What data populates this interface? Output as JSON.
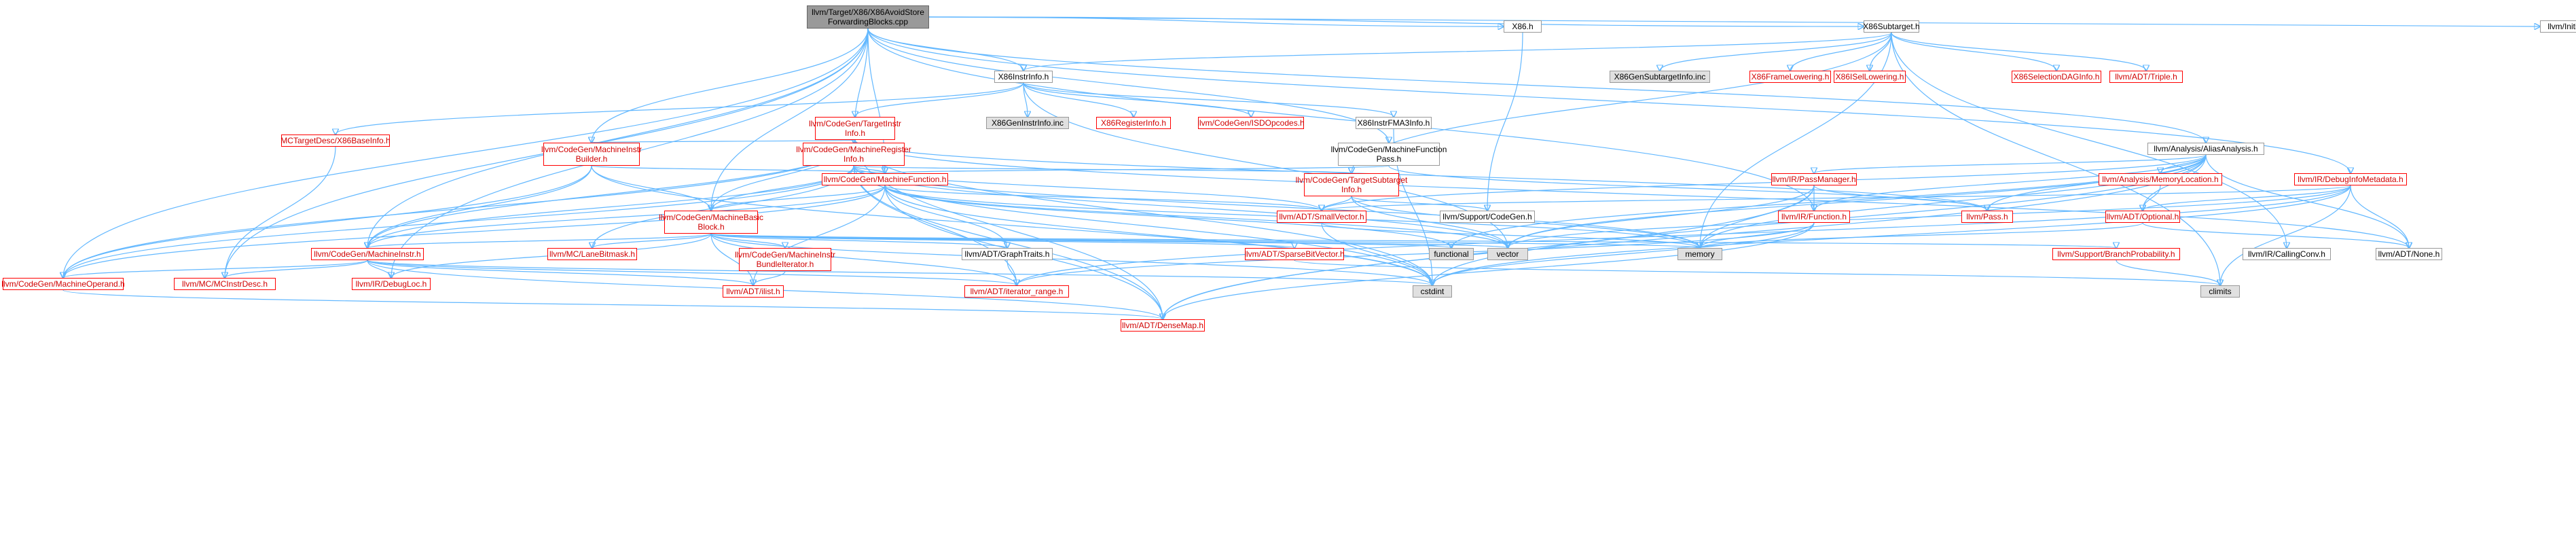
{
  "graph": {
    "root": "llvm/Target/X86/X86AvoidStore\nForwardingBlocks.cpp",
    "nodes": [
      {
        "id": "root",
        "label": "llvm/Target/X86/X86AvoidStore ForwardingBlocks.cpp",
        "style": "root"
      },
      {
        "id": "x86h",
        "label": "X86.h",
        "style": "normal"
      },
      {
        "id": "x86subtarget",
        "label": "X86Subtarget.h",
        "style": "normal"
      },
      {
        "id": "initpasses",
        "label": "llvm/InitializePasses.h",
        "style": "normal"
      },
      {
        "id": "x86instrinfo",
        "label": "X86InstrInfo.h",
        "style": "normal"
      },
      {
        "id": "x86gensubtarget",
        "label": "X86GenSubtargetInfo.inc",
        "style": "gray"
      },
      {
        "id": "x86framelowering",
        "label": "X86FrameLowering.h",
        "style": "red"
      },
      {
        "id": "x86isellowering",
        "label": "X86ISelLowering.h",
        "style": "red"
      },
      {
        "id": "x86selectiondag",
        "label": "X86SelectionDAGInfo.h",
        "style": "red"
      },
      {
        "id": "adttriple",
        "label": "llvm/ADT/Triple.h",
        "style": "red"
      },
      {
        "id": "targetinstrinfo",
        "label": "llvm/CodeGen/TargetInstr Info.h",
        "style": "red"
      },
      {
        "id": "x86geninstrinfo",
        "label": "X86GenInstrInfo.inc",
        "style": "gray"
      },
      {
        "id": "x86registerinfo",
        "label": "X86RegisterInfo.h",
        "style": "red"
      },
      {
        "id": "isdopcodes",
        "label": "llvm/CodeGen/ISDOpcodes.h",
        "style": "red"
      },
      {
        "id": "x86instrfma3",
        "label": "X86InstrFMA3Info.h",
        "style": "normal"
      },
      {
        "id": "x86baseinfo",
        "label": "MCTargetDesc/X86BaseInfo.h",
        "style": "red"
      },
      {
        "id": "machineinstrbuilder",
        "label": "llvm/CodeGen/MachineInstr Builder.h",
        "style": "red"
      },
      {
        "id": "machineregisterinfo",
        "label": "llvm/CodeGen/MachineRegister Info.h",
        "style": "red"
      },
      {
        "id": "machinefunctionpass",
        "label": "llvm/CodeGen/MachineFunction Pass.h",
        "style": "normal"
      },
      {
        "id": "aliasanalysis",
        "label": "llvm/Analysis/AliasAnalysis.h",
        "style": "normal"
      },
      {
        "id": "debuginfometadata",
        "label": "llvm/IR/DebugInfoMetadata.h",
        "style": "red"
      },
      {
        "id": "machinefunction",
        "label": "llvm/CodeGen/MachineFunction.h",
        "style": "red"
      },
      {
        "id": "targetsubtargetinfo",
        "label": "llvm/CodeGen/TargetSubtarget Info.h",
        "style": "red"
      },
      {
        "id": "passmanager",
        "label": "llvm/IR/PassManager.h",
        "style": "red"
      },
      {
        "id": "memorylocation",
        "label": "llvm/Analysis/MemoryLocation.h",
        "style": "red"
      },
      {
        "id": "machinebasicblock",
        "label": "llvm/CodeGen/MachineBasic Block.h",
        "style": "red"
      },
      {
        "id": "smallvector",
        "label": "llvm/ADT/SmallVector.h",
        "style": "red"
      },
      {
        "id": "supportcodegen",
        "label": "llvm/Support/CodeGen.h",
        "style": "normal"
      },
      {
        "id": "irfunction",
        "label": "llvm/IR/Function.h",
        "style": "red"
      },
      {
        "id": "irpass",
        "label": "llvm/Pass.h",
        "style": "red"
      },
      {
        "id": "adtoptional",
        "label": "llvm/ADT/Optional.h",
        "style": "red"
      },
      {
        "id": "machineinstr",
        "label": "llvm/CodeGen/MachineInstr.h",
        "style": "red"
      },
      {
        "id": "lanebitmask",
        "label": "llvm/MC/LaneBitmask.h",
        "style": "red"
      },
      {
        "id": "bundleiterator",
        "label": "llvm/CodeGen/MachineInstr BundleIterator.h",
        "style": "red"
      },
      {
        "id": "graphtraits",
        "label": "llvm/ADT/GraphTraits.h",
        "style": "normal"
      },
      {
        "id": "sparsebitvector",
        "label": "llvm/ADT/SparseBitVector.h",
        "style": "red"
      },
      {
        "id": "functional",
        "label": "functional",
        "style": "gray"
      },
      {
        "id": "vector",
        "label": "vector",
        "style": "gray"
      },
      {
        "id": "memory",
        "label": "memory",
        "style": "gray"
      },
      {
        "id": "branchprob",
        "label": "llvm/Support/BranchProbability.h",
        "style": "red"
      },
      {
        "id": "callingconv",
        "label": "llvm/IR/CallingConv.h",
        "style": "normal"
      },
      {
        "id": "adtnone",
        "label": "llvm/ADT/None.h",
        "style": "normal"
      },
      {
        "id": "machineoperand",
        "label": "llvm/CodeGen/MachineOperand.h",
        "style": "red"
      },
      {
        "id": "mcinstrdesc",
        "label": "llvm/MC/MCInstrDesc.h",
        "style": "red"
      },
      {
        "id": "debugloc",
        "label": "llvm/IR/DebugLoc.h",
        "style": "red"
      },
      {
        "id": "ilist",
        "label": "llvm/ADT/ilist.h",
        "style": "red"
      },
      {
        "id": "iteratorrange",
        "label": "llvm/ADT/iterator_range.h",
        "style": "red"
      },
      {
        "id": "cstdint",
        "label": "cstdint",
        "style": "gray"
      },
      {
        "id": "climits",
        "label": "climits",
        "style": "gray"
      },
      {
        "id": "densemap",
        "label": "llvm/ADT/DenseMap.h",
        "style": "red"
      }
    ]
  },
  "colors": {
    "edge": "#63b8ff",
    "red_border": "#ff0000",
    "gray_fill": "#e0e0e0",
    "root_fill": "#999999"
  }
}
